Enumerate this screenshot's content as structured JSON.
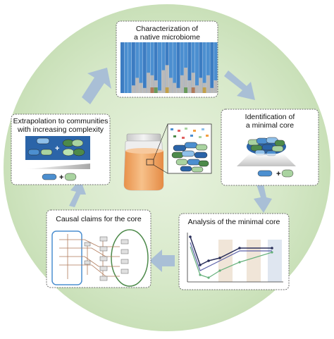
{
  "colors": {
    "background_circle": "#d3e6c6",
    "arrow": "#a9bfd6",
    "box_border": "#6f6f6f",
    "blue_dark": "#2b64a8",
    "blue_mid": "#4c8fd0",
    "blue_light": "#8fc0ea",
    "green_dark": "#4d8a4a",
    "green_light": "#a9d3a0",
    "grey": "#b9b9b9",
    "jar_liquid": "#f2a969"
  },
  "steps": {
    "characterization": {
      "title_line1": "Characterization of",
      "title_line2": "a native microbiome"
    },
    "identification": {
      "title_line1": "Identification of",
      "title_line2": "a minimal core"
    },
    "analysis": {
      "title": "Analysis of the minimal core"
    },
    "causal": {
      "title": "Causal claims for the core"
    },
    "extrapolation": {
      "title_line1": "Extrapolation to communities",
      "title_line2": "with increasing complexity"
    }
  },
  "icons": [
    "circular-arrow-icon",
    "jar-icon",
    "bacteria-icon",
    "plus-icon",
    "bar-chart-icon",
    "line-chart-icon",
    "network-icon"
  ]
}
